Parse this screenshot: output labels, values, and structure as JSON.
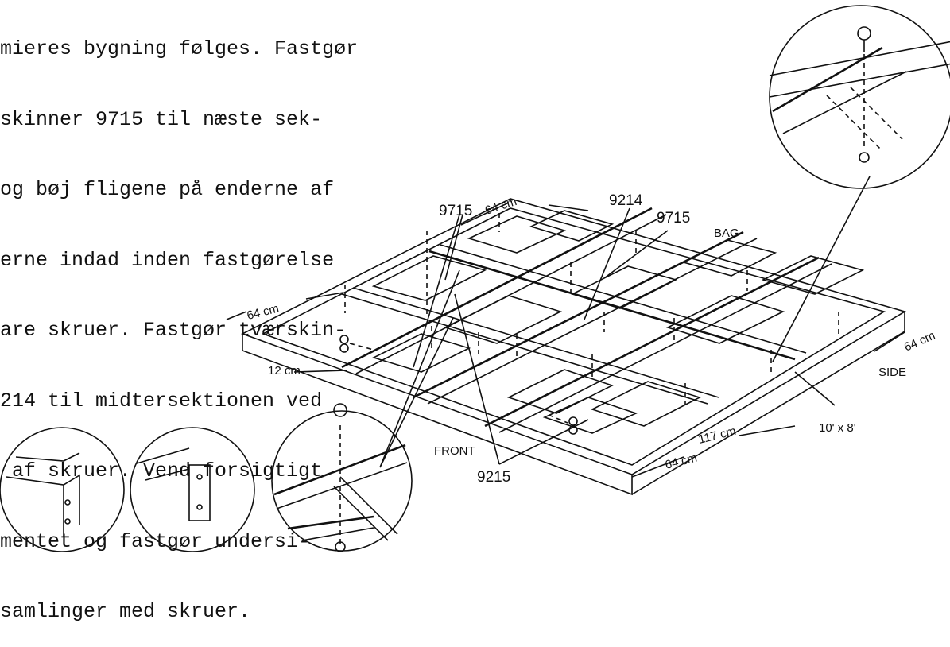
{
  "instructions": {
    "lines": [
      "mieres bygning følges. Fastgør",
      "skinner 9715 til næste sek-",
      "og bøj fligene på enderne af",
      "erne indad inden fastgørelse",
      "are skruer. Fastgør tværskin-",
      "214 til midtersektionen ved",
      " af skruer. Vend forsigtigt",
      "mentet og fastgør undersi-",
      "samlinger med skruer."
    ]
  },
  "labels": {
    "part_9715_left": "9715",
    "part_9214": "9214",
    "part_9715_right": "9715",
    "part_9215": "9215",
    "bag": "BAG",
    "front": "FRONT",
    "side": "SIDE",
    "size": "10' x 8'",
    "dim_64_top": "64 cm",
    "dim_64_left": "64 cm",
    "dim_64_right": "64 cm",
    "dim_64_bottom": "64 cm",
    "dim_117": "117 cm",
    "dim_12": "12 cm"
  }
}
